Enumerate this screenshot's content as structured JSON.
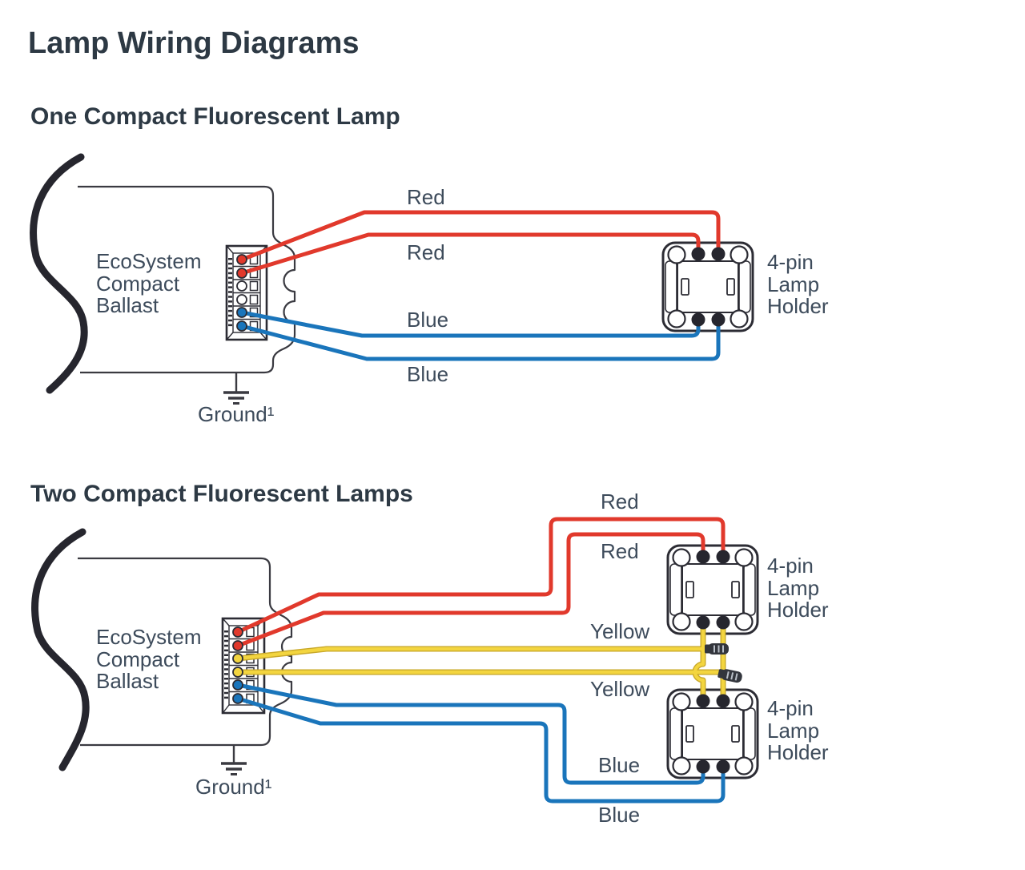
{
  "page": {
    "title": "Lamp Wiring Diagrams"
  },
  "colors": {
    "red": "#e1392c",
    "blue": "#1a75bb",
    "yellow": "#f3d53f",
    "text": "#3d4b5b",
    "heading": "#2d3944"
  },
  "diagram1": {
    "title": "One Compact Fluorescent Lamp",
    "ballast_label": "EcoSystem\nCompact\nBallast",
    "ground_label": "Ground¹",
    "holder_label": "4-pin\nLamp\nHolder",
    "wire_labels": {
      "red1": "Red",
      "red2": "Red",
      "blue1": "Blue",
      "blue2": "Blue"
    }
  },
  "diagram2": {
    "title": "Two Compact Fluorescent Lamps",
    "ballast_label": "EcoSystem\nCompact\nBallast",
    "ground_label": "Ground¹",
    "holder1_label": "4-pin\nLamp\nHolder",
    "holder2_label": "4-pin\nLamp\nHolder",
    "wire_labels": {
      "red1": "Red",
      "red2": "Red",
      "yellow1": "Yellow",
      "yellow2": "Yellow",
      "blue1": "Blue",
      "blue2": "Blue"
    }
  }
}
